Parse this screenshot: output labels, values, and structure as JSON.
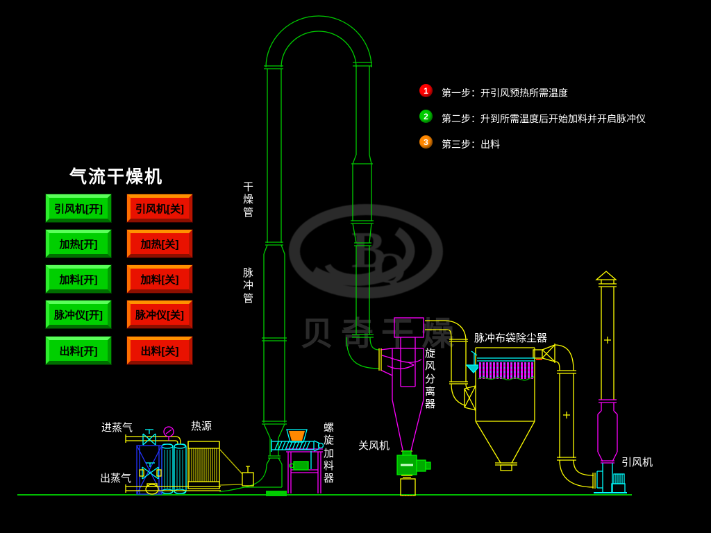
{
  "title": "气流干燥机",
  "control_panel": {
    "on_buttons": [
      "引风机[开]",
      "加热[开]",
      "加料[开]",
      "脉冲仪[开]",
      "出料[开]"
    ],
    "off_buttons": [
      "引风机[关]",
      "加热[关]",
      "加料[关]",
      "脉冲仪[关]",
      "出料[关]"
    ]
  },
  "steps": [
    {
      "num": "1",
      "text": "第一步：开引风预热所需温度",
      "color": "#ff0000"
    },
    {
      "num": "2",
      "text": "第二步：升到所需温度后开始加料并开启脉冲仪",
      "color": "#00cc00"
    },
    {
      "num": "3",
      "text": "第三步：出料",
      "color": "#ff8800"
    }
  ],
  "equipment_labels": {
    "drying_pipe": "干燥管",
    "pulse_pipe": "脉冲管",
    "cyclone": "旋风分离器",
    "bag_filter": "脉冲布袋除尘器",
    "rotary_airlock": "关风机",
    "induced_draft_fan": "引风机",
    "screw_feeder": "螺旋加料器",
    "heat_source": "热源",
    "steam_in": "进蒸气",
    "steam_out": "出蒸气"
  },
  "watermark": {
    "letter_b": "B",
    "letter_q": "Q",
    "text": "贝奇干燥"
  },
  "colors": {
    "background": "#000000",
    "pipe_green": "#00cc00",
    "pipe_yellow": "#ffff00",
    "pipe_magenta": "#ff00ff",
    "pipe_cyan": "#00ffff",
    "frame_blue": "#2233ff",
    "hopper_orange": "#ff8800",
    "button_on_green": "#00cf00",
    "button_off_red": "#e91200",
    "label_text": "#ffffff"
  }
}
